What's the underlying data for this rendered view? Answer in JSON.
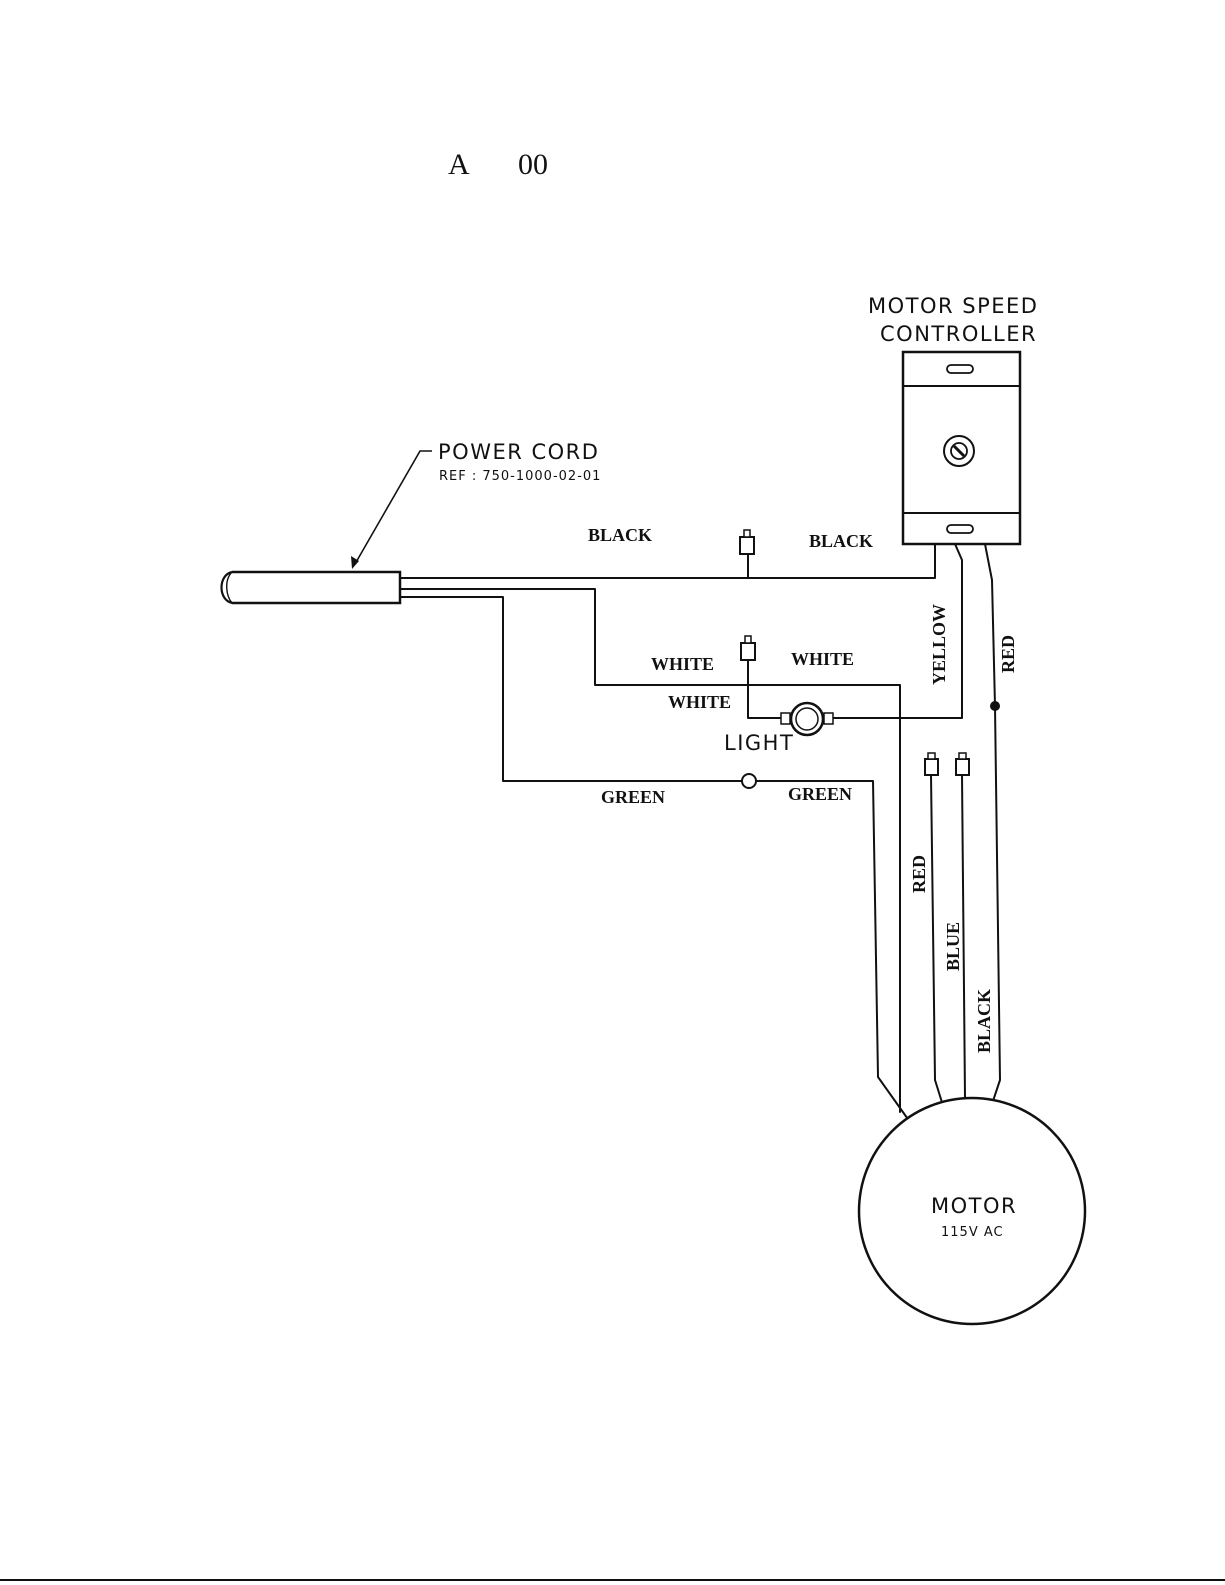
{
  "header": {
    "title_a": "A",
    "title_num": "00"
  },
  "labels": {
    "motor_speed_line1": "MOTOR SPEED",
    "motor_speed_line2": "CONTROLLER",
    "power_cord": "POWER CORD",
    "power_cord_ref": "REF : 750-1000-02-01",
    "light": "LIGHT",
    "motor": "MOTOR",
    "motor_voltage": "115V AC"
  },
  "wires": {
    "black_left": "BLACK",
    "black_right": "BLACK",
    "white_left": "WHITE",
    "white_right": "WHITE",
    "white_lower": "WHITE",
    "green_left": "GREEN",
    "green_right": "GREEN",
    "yellow": "YELLOW",
    "red_controller": "RED",
    "red_motor": "RED",
    "blue_motor": "BLUE",
    "black_motor": "BLACK"
  }
}
